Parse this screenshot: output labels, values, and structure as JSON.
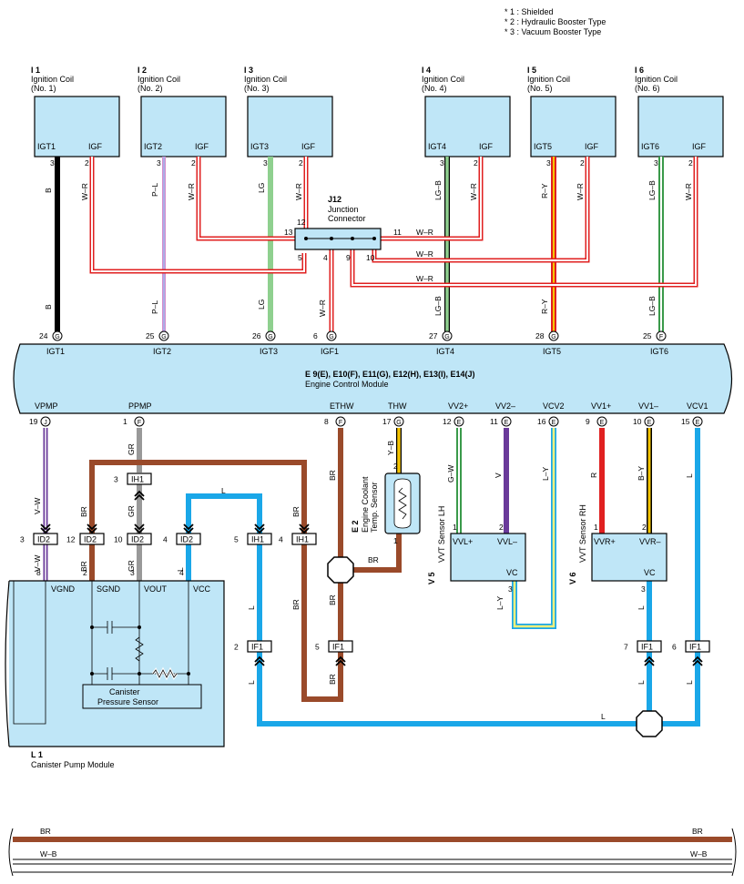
{
  "notes": [
    "* 1 : Shielded",
    "* 2 : Hydraulic Booster Type",
    "* 3 : Vacuum Booster Type"
  ],
  "coils": [
    {
      "code": "I 1",
      "name1": "Ignition Coil",
      "name2": "(No. 1)",
      "p1": "IGT1",
      "p2": "IGF",
      "n1": "3",
      "n2": "2",
      "c1": "B",
      "c2": "W–R"
    },
    {
      "code": "I 2",
      "name1": "Ignition Coil",
      "name2": "(No. 2)",
      "p1": "IGT2",
      "p2": "IGF",
      "n1": "3",
      "n2": "2",
      "c1": "P–L",
      "c2": "W–R"
    },
    {
      "code": "I 3",
      "name1": "Ignition Coil",
      "name2": "(No. 3)",
      "p1": "IGT3",
      "p2": "IGF",
      "n1": "3",
      "n2": "2",
      "c1": "LG",
      "c2": "W–R"
    },
    {
      "code": "I 4",
      "name1": "Ignition Coil",
      "name2": "(No. 4)",
      "p1": "IGT4",
      "p2": "IGF",
      "n1": "3",
      "n2": "2",
      "c1": "LG–B",
      "c2": "W–R"
    },
    {
      "code": "I 5",
      "name1": "Ignition Coil",
      "name2": "(No. 5)",
      "p1": "IGT5",
      "p2": "IGF",
      "n1": "3",
      "n2": "2",
      "c1": "R–Y",
      "c2": "W–R"
    },
    {
      "code": "I 6",
      "name1": "Ignition Coil",
      "name2": "(No. 6)",
      "p1": "IGT6",
      "p2": "IGF",
      "n1": "3",
      "n2": "2",
      "c1": "LG–B",
      "c2": "W–R"
    }
  ],
  "junction": {
    "code": "J12",
    "name1": "Junction",
    "name2": "Connector",
    "pins": [
      "12",
      "13",
      "5",
      "4",
      "9",
      "10",
      "11"
    ],
    "wire_labels": [
      "W–R",
      "W–R",
      "W–R"
    ],
    "lower_color": "W–R"
  },
  "ecm": {
    "title": "E 9(E), E10(F), E11(G), E12(H), E13(I), E14(J)",
    "subtitle": "Engine Control Module",
    "top_pins": [
      {
        "num": "24",
        "conn": "G",
        "name": "IGT1",
        "color": "B"
      },
      {
        "num": "25",
        "conn": "G",
        "name": "IGT2",
        "color": "P–L"
      },
      {
        "num": "26",
        "conn": "G",
        "name": "IGT3",
        "color": "LG"
      },
      {
        "num": "6",
        "conn": "G",
        "name": "IGF1",
        "color": "W–R"
      },
      {
        "num": "27",
        "conn": "G",
        "name": "IGT4",
        "color": "LG–B"
      },
      {
        "num": "28",
        "conn": "G",
        "name": "IGT5",
        "color": "R–Y"
      },
      {
        "num": "25",
        "conn": "F",
        "name": "IGT6",
        "color": "LG–B"
      }
    ],
    "bottom_pins": [
      {
        "num": "19",
        "conn": "J",
        "name": "VPMP"
      },
      {
        "num": "1",
        "conn": "F",
        "name": "PPMP"
      },
      {
        "num": "8",
        "conn": "F",
        "name": "ETHW"
      },
      {
        "num": "17",
        "conn": "G",
        "name": "THW"
      },
      {
        "num": "12",
        "conn": "E",
        "name": "VV2+"
      },
      {
        "num": "11",
        "conn": "E",
        "name": "VV2–"
      },
      {
        "num": "16",
        "conn": "E",
        "name": "VCV2"
      },
      {
        "num": "9",
        "conn": "E",
        "name": "VV1+"
      },
      {
        "num": "10",
        "conn": "E",
        "name": "VV1–"
      },
      {
        "num": "15",
        "conn": "E",
        "name": "VCV1"
      }
    ]
  },
  "inline": {
    "id2": "ID2",
    "ih1": "IH1",
    "if1": "IF1",
    "id2_pins": [
      "3",
      "12",
      "10",
      "4"
    ],
    "ih1_pins": [
      "3",
      "5",
      "4"
    ],
    "if1_pins": [
      "2",
      "5",
      "7",
      "6"
    ],
    "id2_lower": [
      "8",
      "2",
      "3",
      "4"
    ],
    "ih1_pin_top": "3"
  },
  "wire_colors": {
    "vpmp": "V–W",
    "ppmp": "GR",
    "br": "BR",
    "vcc": "L",
    "thw": "Y–B",
    "vv2p": "G–W",
    "vv2m": "V",
    "vcv2": "L–Y",
    "vv1p": "R",
    "vv1m": "B–Y",
    "vcv1": "L"
  },
  "canister": {
    "code": "L 1",
    "name": "Canister Pump Module",
    "pins": [
      "VGND",
      "SGND",
      "VOUT",
      "VCC"
    ],
    "sensor1": "Canister",
    "sensor2": "Pressure Sensor"
  },
  "ect": {
    "code": "E 2",
    "name1": "Engine Coolant",
    "name2": "Temp. Sensor",
    "pin_top": "2",
    "pin_bot": "1"
  },
  "vvt_lh": {
    "code": "V 5",
    "name": "VVT Sensor LH",
    "p1": "VVL+",
    "p2": "VVL–",
    "p3": "VC",
    "n1": "1",
    "n2": "2",
    "n3": "3"
  },
  "vvt_rh": {
    "code": "V 6",
    "name": "VVT Sensor RH",
    "p1": "VVR+",
    "p2": "VVR–",
    "p3": "VC",
    "n1": "1",
    "n2": "2",
    "n3": "3"
  },
  "bottom_bus": {
    "c1": "BR",
    "c2": "W–B"
  },
  "colors": {
    "box": "#bfe6f7",
    "black": "#000000",
    "pink": "#d58ccc",
    "lightblue": "#9fb8f0",
    "green_lg": "#8fd08f",
    "green": "#3a9a4a",
    "red": "#e02020",
    "yellow": "#f5c400",
    "brown": "#9a4a2a",
    "gray": "#999999",
    "purple": "#6a3a9a",
    "blue": "#1aa7e8",
    "white": "#ffffff"
  }
}
